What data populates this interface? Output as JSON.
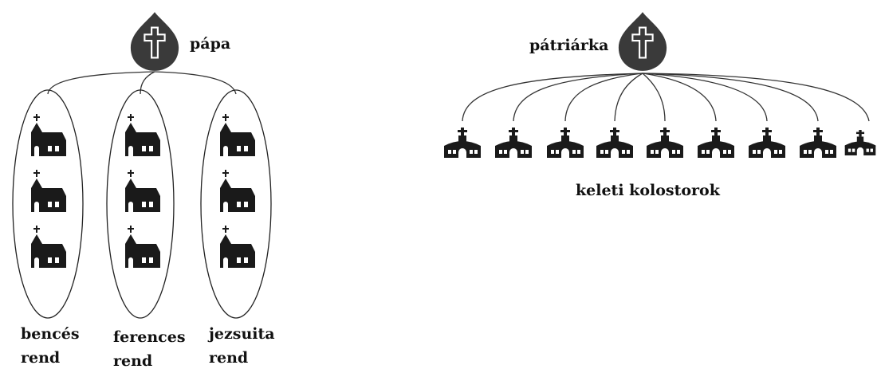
{
  "west": {
    "leader_label": "pápa",
    "orders": [
      {
        "line1": "bencés",
        "line2": "rend"
      },
      {
        "line1": "ferences",
        "line2": "rend"
      },
      {
        "line1": "jezsuita",
        "line2": "rend"
      }
    ],
    "churches_per_order": 3
  },
  "east": {
    "leader_label": "pátriárka",
    "monasteries_label": "keleti kolostorok",
    "monastery_count": 9
  },
  "colors": {
    "ink": "#1a1a1a",
    "mitre": "#3a3a3a",
    "line": "#333333"
  },
  "icons": {
    "leader": "mitre-cross-icon",
    "west_unit": "church-icon",
    "east_unit": "domed-monastery-icon"
  }
}
